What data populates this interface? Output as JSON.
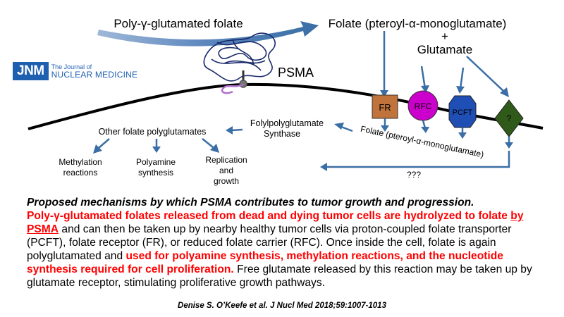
{
  "journal": {
    "abbrev": "JNM",
    "name_line1": "The Journal of",
    "name_line2": "NUCLEAR MEDICINE"
  },
  "diagram": {
    "poly_gamma_folate": "Poly-γ-glutamated folate",
    "folate_pteroyl": "Folate (pteroyl-α-monoglutamate)",
    "plus": "+",
    "glutamate": "Glutamate",
    "psma": "PSMA",
    "fr": "FR",
    "rfc": "RFC",
    "pcft": "PCFT",
    "unknown_transporter": "?",
    "fpgs_line1": "Folylpolyglutamate",
    "fpgs_line2": "Synthase",
    "other_folate": "Other folate polyglutamates",
    "folate_inside": "Folate (pteroyl-α-monoglutamate)",
    "methylation_line1": "Methylation",
    "methylation_line2": "reactions",
    "polyamine_line1": "Polyamine",
    "polyamine_line2": "synthesis",
    "replication_line1": "Replication",
    "replication_line2": "and",
    "replication_line3": "growth",
    "unknown_path": "???",
    "colors": {
      "arrow_blue": "#3a6ea5",
      "fr_orange": "#c0733a",
      "rfc_magenta": "#cc00cc",
      "pcft_blue": "#1f4fb5",
      "unknown_green": "#2f5a1a",
      "tail_purple": "#b070d0",
      "psma_blue": "#1a2a6c"
    }
  },
  "caption": {
    "headline": "Proposed mechanisms by which PSMA contributes to tumor growth and progression.",
    "red1": "Poly-γ-glutamated folates released from dead and dying tumor cells are hydrolyzed to folate ",
    "red1_underlined": "by PSMA",
    "body1": " and can then be taken up by nearby healthy tumor cells via proton-coupled folate transporter (PCFT), folate receptor (FR), or reduced folate carrier (RFC). Once inside the cell, folate is again polyglutamated and ",
    "red2": "used for polyamine synthesis, methylation reactions, and the nucleotide synthesis required for cell proliferation.",
    "body2": " Free glutamate released by this reaction may be taken up by glutamate receptor, stimulating proliferative growth pathways."
  },
  "citation": "Denise S. O’Keefe et al. J Nucl Med 2018;59:1007-1013"
}
